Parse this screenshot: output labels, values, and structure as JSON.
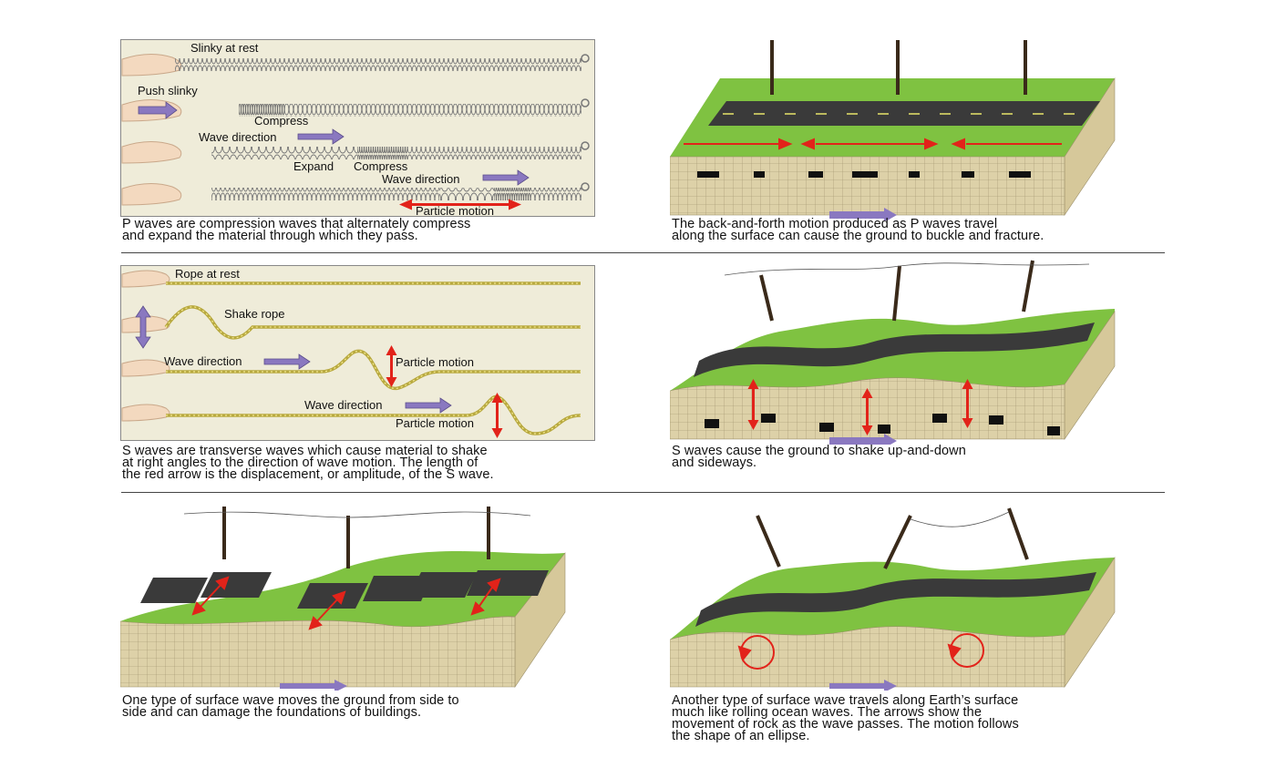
{
  "p_slinky": {
    "label_rest": "Slinky at rest",
    "label_push": "Push slinky",
    "label_compress1": "Compress",
    "label_wave_dir1": "Wave direction",
    "label_expand": "Expand",
    "label_compress2": "Compress",
    "label_wave_dir2": "Wave direction",
    "label_particle": "Particle motion",
    "caption": "P waves are compression waves that alternately compress\nand expand the material through which they pass."
  },
  "p_ground": {
    "caption": "The back-and-forth motion produced as P waves travel\nalong the surface can cause the ground to buckle and fracture."
  },
  "s_rope": {
    "label_rest": "Rope at rest",
    "label_shake": "Shake rope",
    "label_wave_dir1": "Wave direction",
    "label_particle1": "Particle motion",
    "label_wave_dir2": "Wave direction",
    "label_particle2": "Particle motion",
    "caption": "S waves are transverse waves which cause material to shake\nat right angles to the direction of wave motion. The length of\nthe red arrow is the displacement, or amplitude, of the S wave."
  },
  "s_ground": {
    "caption": "S waves cause the ground to shake up-and-down\nand sideways."
  },
  "love_ground": {
    "caption": "One type of surface wave moves the ground from side to\nside and can damage the foundations of buildings."
  },
  "rayleigh_ground": {
    "caption": "Another type of surface wave travels along Earth’s surface\nmuch like rolling ocean waves. The arrows show the\nmovement of rock as the wave passes. The motion follows\nthe shape of an ellipse."
  },
  "colors": {
    "panel_bg": "#efecd9",
    "arrow_purple": "#8a78c0",
    "arrow_red": "#e2231a",
    "grass": "#7fc241",
    "soil": "#ddd1a8",
    "road": "#3a3a3a"
  }
}
